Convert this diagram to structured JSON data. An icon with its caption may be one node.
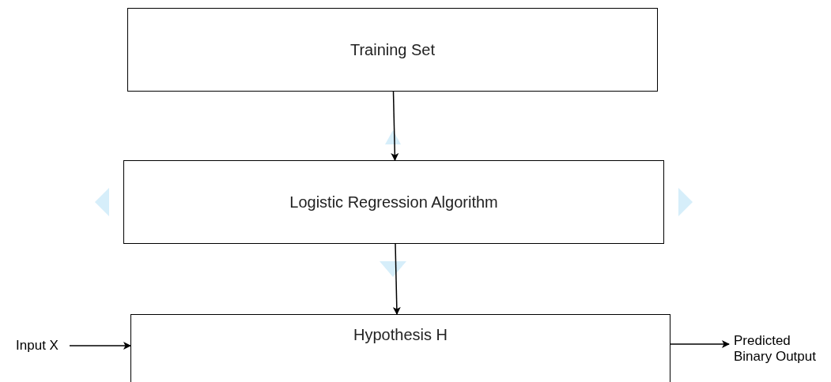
{
  "diagram": {
    "nodes": [
      {
        "text": [
          "Training Set"
        ]
      },
      {
        "text": [
          "Logistic Regression Algorithm"
        ]
      },
      {
        "text": [
          "Hypothesis H"
        ]
      },
      {
        "text": [
          "Input X"
        ]
      },
      {
        "text": [
          "Predicted Binary Output"
        ]
      }
    ],
    "edges": [
      {
        "from": 0,
        "to": 1,
        "arrow": "to"
      },
      {
        "from": 1,
        "to": 2,
        "arrow": "to"
      },
      {
        "from": 3,
        "to": 2,
        "arrow": "to"
      },
      {
        "from": 2,
        "to": 4,
        "arrow": "to"
      }
    ]
  }
}
